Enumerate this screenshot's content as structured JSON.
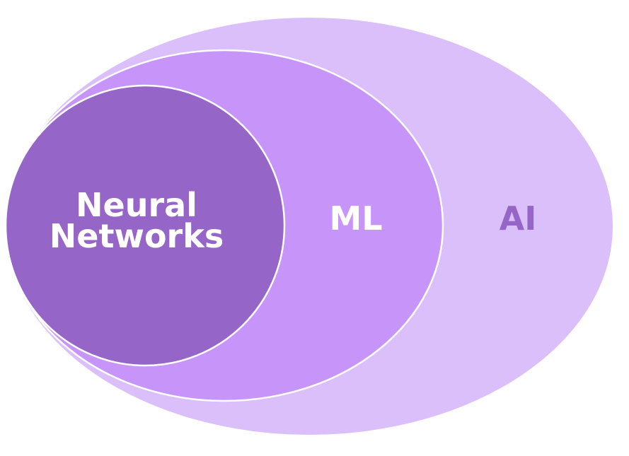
{
  "diagram": {
    "title": "AI / ML / Neural Networks nested diagram",
    "sets": [
      {
        "id": "ai",
        "label": "AI",
        "fill": "#dbbffb",
        "label_color": "#9566c7",
        "contains": [
          "ml"
        ]
      },
      {
        "id": "ml",
        "label": "ML",
        "fill": "#c795f9",
        "label_color": "#ffffff",
        "contains": [
          "nn"
        ]
      },
      {
        "id": "nn",
        "label_lines": [
          "Neural",
          "Networks"
        ],
        "fill": "#9566c7",
        "label_color": "#ffffff",
        "contains": []
      }
    ],
    "outline_color": "#ffffff",
    "background": "#ffffff"
  }
}
